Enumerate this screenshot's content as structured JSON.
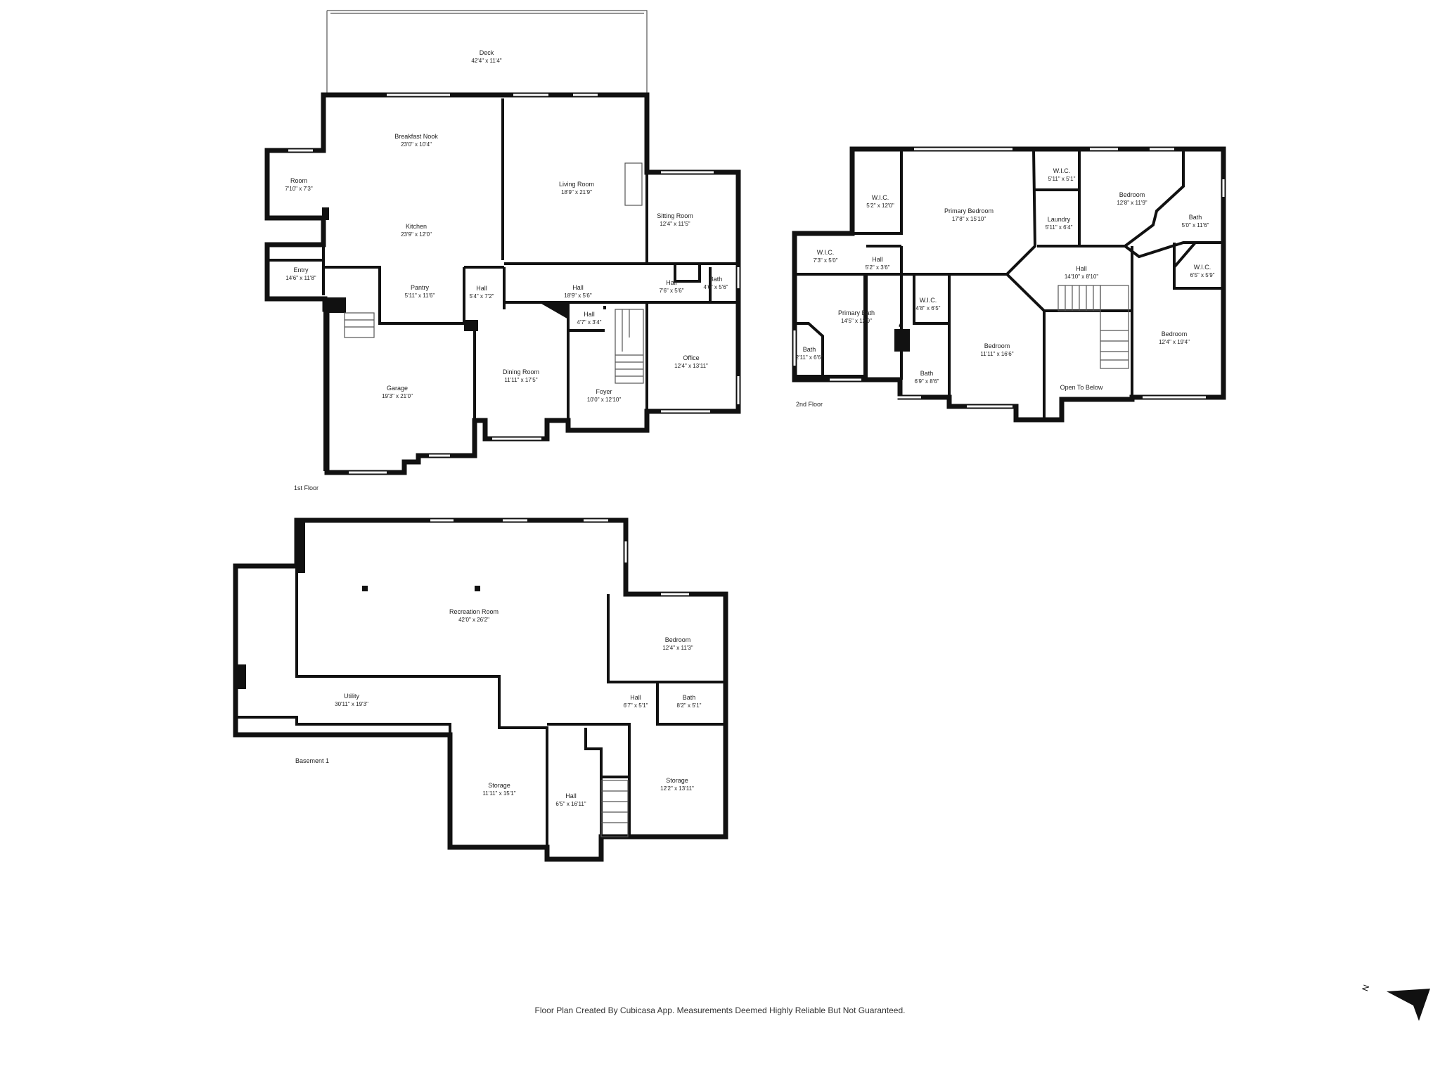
{
  "footer": {
    "note": "Floor Plan Created By Cubicasa App. Measurements Deemed Highly Reliable But Not Guaranteed."
  },
  "compass": {
    "label": "N"
  },
  "floors": [
    {
      "label": "1st Floor",
      "rooms": [
        {
          "name": "Deck",
          "dim": "42'4\" x 11'4\""
        },
        {
          "name": "Breakfast Nook",
          "dim": "23'0\" x 10'4\""
        },
        {
          "name": "Kitchen",
          "dim": "23'9\" x 12'0\""
        },
        {
          "name": "Living Room",
          "dim": "18'9\" x 21'9\""
        },
        {
          "name": "Sitting Room",
          "dim": "12'4\" x 11'5\""
        },
        {
          "name": "Room",
          "dim": "7'10\" x 7'3\""
        },
        {
          "name": "Entry",
          "dim": "14'6\" x 11'8\""
        },
        {
          "name": "Pantry",
          "dim": "5'11\" x 11'6\""
        },
        {
          "name": "Hall",
          "dim": "5'4\" x 7'2\""
        },
        {
          "name": "Hall",
          "dim": "18'9\" x 5'6\""
        },
        {
          "name": "Hall",
          "dim": "7'6\" x 5'6\""
        },
        {
          "name": "Bath",
          "dim": "4'6\" x 5'6\""
        },
        {
          "name": "Hall",
          "dim": "4'7\" x 3'4\""
        },
        {
          "name": "Garage",
          "dim": "19'3\" x 21'0\""
        },
        {
          "name": "Dining Room",
          "dim": "11'11\" x 17'5\""
        },
        {
          "name": "Foyer",
          "dim": "10'0\" x 12'10\""
        },
        {
          "name": "Office",
          "dim": "12'4\" x 13'11\""
        }
      ]
    },
    {
      "label": "2nd Floor",
      "rooms": [
        {
          "name": "W.I.C.",
          "dim": "5'2\" x 12'0\""
        },
        {
          "name": "Primary Bedroom",
          "dim": "17'8\" x 15'10\""
        },
        {
          "name": "W.I.C.",
          "dim": "5'11\" x 5'1\""
        },
        {
          "name": "Bedroom",
          "dim": "12'8\" x 11'9\""
        },
        {
          "name": "Laundry",
          "dim": "5'11\" x 6'4\""
        },
        {
          "name": "Bath",
          "dim": "5'0\" x 11'6\""
        },
        {
          "name": "W.I.C.",
          "dim": "7'3\" x 5'0\""
        },
        {
          "name": "Hall",
          "dim": "5'2\" x 3'6\""
        },
        {
          "name": "Hall",
          "dim": "14'10\" x 8'10\""
        },
        {
          "name": "W.I.C.",
          "dim": "6'5\" x 5'9\""
        },
        {
          "name": "Primary Bath",
          "dim": "14'5\" x 12'9\""
        },
        {
          "name": "W.I.C.",
          "dim": "4'8\" x 6'5\""
        },
        {
          "name": "Bath",
          "dim": "2'11\" x 6'6\""
        },
        {
          "name": "Bedroom",
          "dim": "11'11\" x 16'6\""
        },
        {
          "name": "Bath",
          "dim": "6'9\" x 8'6\""
        },
        {
          "name": "Open To Below",
          "dim": ""
        },
        {
          "name": "Bedroom",
          "dim": "12'4\" x 19'4\""
        }
      ]
    },
    {
      "label": "Basement 1",
      "rooms": [
        {
          "name": "Recreation Room",
          "dim": "42'0\" x 26'2\""
        },
        {
          "name": "Bedroom",
          "dim": "12'4\" x 11'3\""
        },
        {
          "name": "Utility",
          "dim": "30'11\" x 19'3\""
        },
        {
          "name": "Hall",
          "dim": "6'7\" x 5'1\""
        },
        {
          "name": "Bath",
          "dim": "8'2\" x 5'1\""
        },
        {
          "name": "Storage",
          "dim": "11'11\" x 15'1\""
        },
        {
          "name": "Hall",
          "dim": "6'5\" x 16'11\""
        },
        {
          "name": "Storage",
          "dim": "12'2\" x 13'11\""
        }
      ]
    }
  ]
}
